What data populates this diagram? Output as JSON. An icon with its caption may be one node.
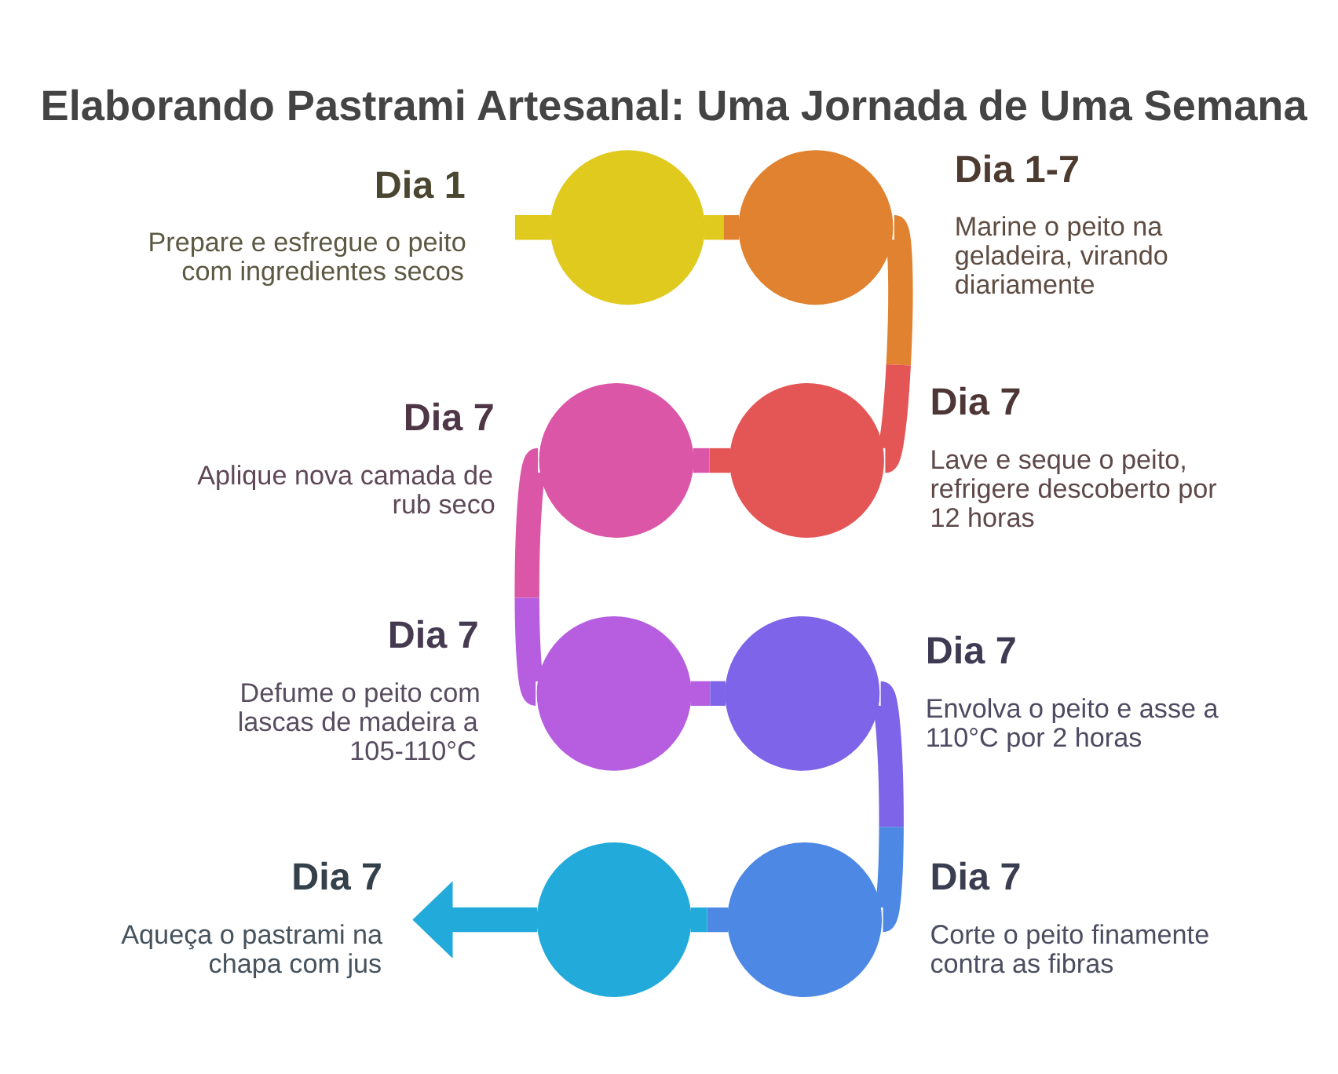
{
  "diagram": {
    "title": "Elaborando Pastrami Artesanal: Uma Jornada de Uma Semana",
    "nodes": [
      {
        "text": [],
        "shape": "circle",
        "beside": [
          "Dia 1",
          "Prepare e esfregue o peito com ingredientes secos"
        ]
      },
      {
        "text": [],
        "shape": "circle",
        "beside": [
          "Dia 1-7",
          "Marine o peito na geladeira, virando diariamente"
        ]
      },
      {
        "text": [],
        "shape": "circle",
        "beside": [
          "Dia 7",
          "Lave e seque o peito, refrigere descoberto por 12 horas"
        ]
      },
      {
        "text": [],
        "shape": "circle",
        "beside": [
          "Dia 7",
          "Aplique nova camada de rub seco"
        ]
      },
      {
        "text": [],
        "shape": "circle",
        "beside": [
          "Dia 7",
          "Defume o peito com lascas de madeira a 105-110°C"
        ]
      },
      {
        "text": [],
        "shape": "circle",
        "beside": [
          "Dia 7",
          "Envolva o peito e asse a 110°C por 2 horas"
        ]
      },
      {
        "text": [],
        "shape": "circle",
        "beside": [
          "Dia 7",
          "Corte o peito finamente contra as fibras"
        ]
      },
      {
        "text": [],
        "shape": "circle",
        "beside": [
          "Dia 7",
          "Aqueça o pastrami na chapa com jus"
        ]
      }
    ],
    "edges": [
      {
        "from": null,
        "to": 0,
        "arrow": "none",
        "color": "#e0ca1e"
      },
      {
        "from": 0,
        "to": 1,
        "arrow": "none",
        "color": "#e0ca1e"
      },
      {
        "from": 1,
        "to": 2,
        "arrow": "none",
        "color": "#e0822f"
      },
      {
        "from": 2,
        "to": 3,
        "arrow": "none",
        "color": "#e45656"
      },
      {
        "from": 3,
        "to": 4,
        "arrow": "none",
        "color": "#dc56a8"
      },
      {
        "from": 4,
        "to": 5,
        "arrow": "none",
        "color": "#b75ee0"
      },
      {
        "from": 5,
        "to": 6,
        "arrow": "none",
        "color": "#7e64e8"
      },
      {
        "from": 6,
        "to": 7,
        "arrow": "none",
        "color": "#4c88e4"
      },
      {
        "from": 7,
        "to": null,
        "arrow": "to",
        "color": "#22aada"
      }
    ]
  }
}
